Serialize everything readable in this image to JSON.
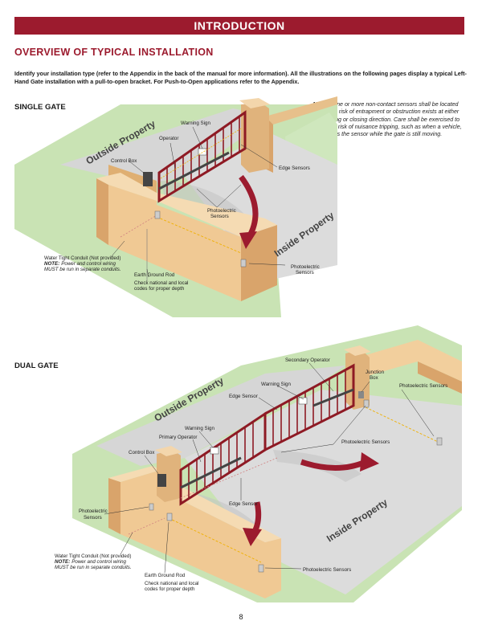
{
  "banner": {
    "title": "INTRODUCTION"
  },
  "section_title": "OVERVIEW OF TYPICAL INSTALLATION",
  "intro_text": "Identify your installation type (refer to the Appendix in the back of the manual for more information). All the illustrations on the following pages display a typical Left-Hand Gate installation with a pull-to-open bracket. For Push-to-Open applications refer to the Appendix.",
  "single_gate": {
    "heading": "SINGLE GATE",
    "note_label": "NOTE:",
    "note_text": "One or more non-contact sensors shall be located where the risk of entrapment or obstruction exists at either the opening or closing direction. Care shall be exercised to reduce the risk of nuisance tripping, such as when a vehicle, trips the sensor while the gate is still moving.",
    "labels": {
      "outside_property": "Outside Property",
      "inside_property": "Inside Property",
      "warning_sign": "Warning Sign",
      "operator": "Operator",
      "control_box": "Control Box",
      "edge_sensors": "Edge Sensors",
      "photoelectric_sensors_1": "Photoelectric",
      "photoelectric_sensors_2": "Sensors",
      "photoelectric_sensors_b1": "Photoelectric",
      "photoelectric_sensors_b2": "Sensors",
      "conduit_1": "Water Tight Conduit (Not provided)",
      "conduit_note_label": "NOTE:",
      "conduit_2": "Power and control wiring",
      "conduit_3": "MUST be run in separate conduits.",
      "ground_rod": "Earth Ground Rod",
      "ground_note_1": "Check national and local",
      "ground_note_2": "codes for proper depth"
    }
  },
  "dual_gate": {
    "heading": "DUAL GATE",
    "labels": {
      "outside_property": "Outside Property",
      "inside_property": "Inside Property",
      "secondary_operator": "Secondary Operator",
      "warning_sign_top": "Warning Sign",
      "edge_sensor_top": "Edge Sensor",
      "junction_box_1": "Junction",
      "junction_box_2": "Box",
      "photoelectric_sensors_right": "Photoelectric Sensors",
      "warning_sign": "Warning Sign",
      "primary_operator": "Primary Operator",
      "photoelectric_sensors_mid": "Photoelectric Sensors",
      "control_box": "Control Box",
      "photoelectric_left_1": "Photoelectric",
      "photoelectric_left_2": "Sensors",
      "edge_sensor_bottom": "Edge Sensor",
      "conduit_1": "Water Tight Conduit (Not provided)",
      "conduit_note_label": "NOTE:",
      "conduit_2": "Power and control wiring",
      "conduit_3": "MUST be run in separate conduits.",
      "ground_rod": "Earth Ground Rod",
      "ground_note_1": "Check national and local",
      "ground_note_2": "codes for proper depth",
      "photoelectric_sensors_bottom": "Photoelectric Sensors"
    }
  },
  "page_number": "8",
  "colors": {
    "brand_red": "#9c1b2e",
    "grass": "#c9e3b4",
    "wall": "#e9c18c",
    "pavement": "#d9d9d9"
  }
}
